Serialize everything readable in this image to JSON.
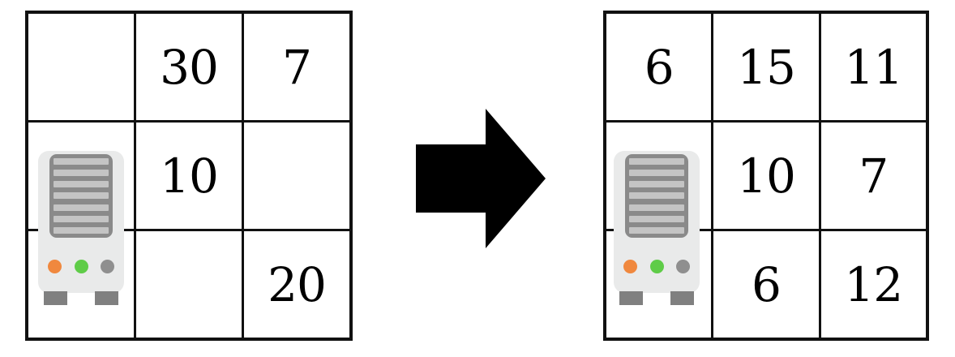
{
  "diagram": {
    "type": "grid-transformation",
    "arrow": {
      "direction": "right",
      "color": "#000000",
      "name": "transformation-arrow"
    },
    "icon": {
      "name": "server-machine-icon",
      "body_color": "#e9eaea",
      "panel_color": "#8a8a8a",
      "slat_color": "#c4c4c4",
      "foot_color": "#808080",
      "slat_count": 7,
      "leds": [
        {
          "name": "led-orange",
          "color": "#f0883e"
        },
        {
          "name": "led-green",
          "color": "#5fcc48"
        },
        {
          "name": "led-gray",
          "color": "#8f8f8f"
        }
      ]
    },
    "grids": [
      {
        "id": "left",
        "label": "before-grid",
        "rows": 3,
        "cols": 3,
        "border_color": "#111111",
        "cell_background": "#ffffff",
        "cells": [
          {
            "r": 0,
            "c": 0,
            "value": "",
            "has_icon": false
          },
          {
            "r": 0,
            "c": 1,
            "value": "30",
            "has_icon": false
          },
          {
            "r": 0,
            "c": 2,
            "value": "7",
            "has_icon": false
          },
          {
            "r": 1,
            "c": 0,
            "value": "",
            "has_icon": true
          },
          {
            "r": 1,
            "c": 1,
            "value": "10",
            "has_icon": false
          },
          {
            "r": 1,
            "c": 2,
            "value": "",
            "has_icon": false
          },
          {
            "r": 2,
            "c": 0,
            "value": "",
            "has_icon": true
          },
          {
            "r": 2,
            "c": 1,
            "value": "",
            "has_icon": false
          },
          {
            "r": 2,
            "c": 2,
            "value": "20",
            "has_icon": false
          }
        ]
      },
      {
        "id": "right",
        "label": "after-grid",
        "rows": 3,
        "cols": 3,
        "border_color": "#111111",
        "cell_background": "#ffffff",
        "cells": [
          {
            "r": 0,
            "c": 0,
            "value": "6",
            "has_icon": false
          },
          {
            "r": 0,
            "c": 1,
            "value": "15",
            "has_icon": false
          },
          {
            "r": 0,
            "c": 2,
            "value": "11",
            "has_icon": false
          },
          {
            "r": 1,
            "c": 0,
            "value": "",
            "has_icon": true
          },
          {
            "r": 1,
            "c": 1,
            "value": "10",
            "has_icon": false
          },
          {
            "r": 1,
            "c": 2,
            "value": "7",
            "has_icon": false
          },
          {
            "r": 2,
            "c": 0,
            "value": "",
            "has_icon": true
          },
          {
            "r": 2,
            "c": 1,
            "value": "6",
            "has_icon": false
          },
          {
            "r": 2,
            "c": 2,
            "value": "12",
            "has_icon": false
          }
        ]
      }
    ]
  }
}
